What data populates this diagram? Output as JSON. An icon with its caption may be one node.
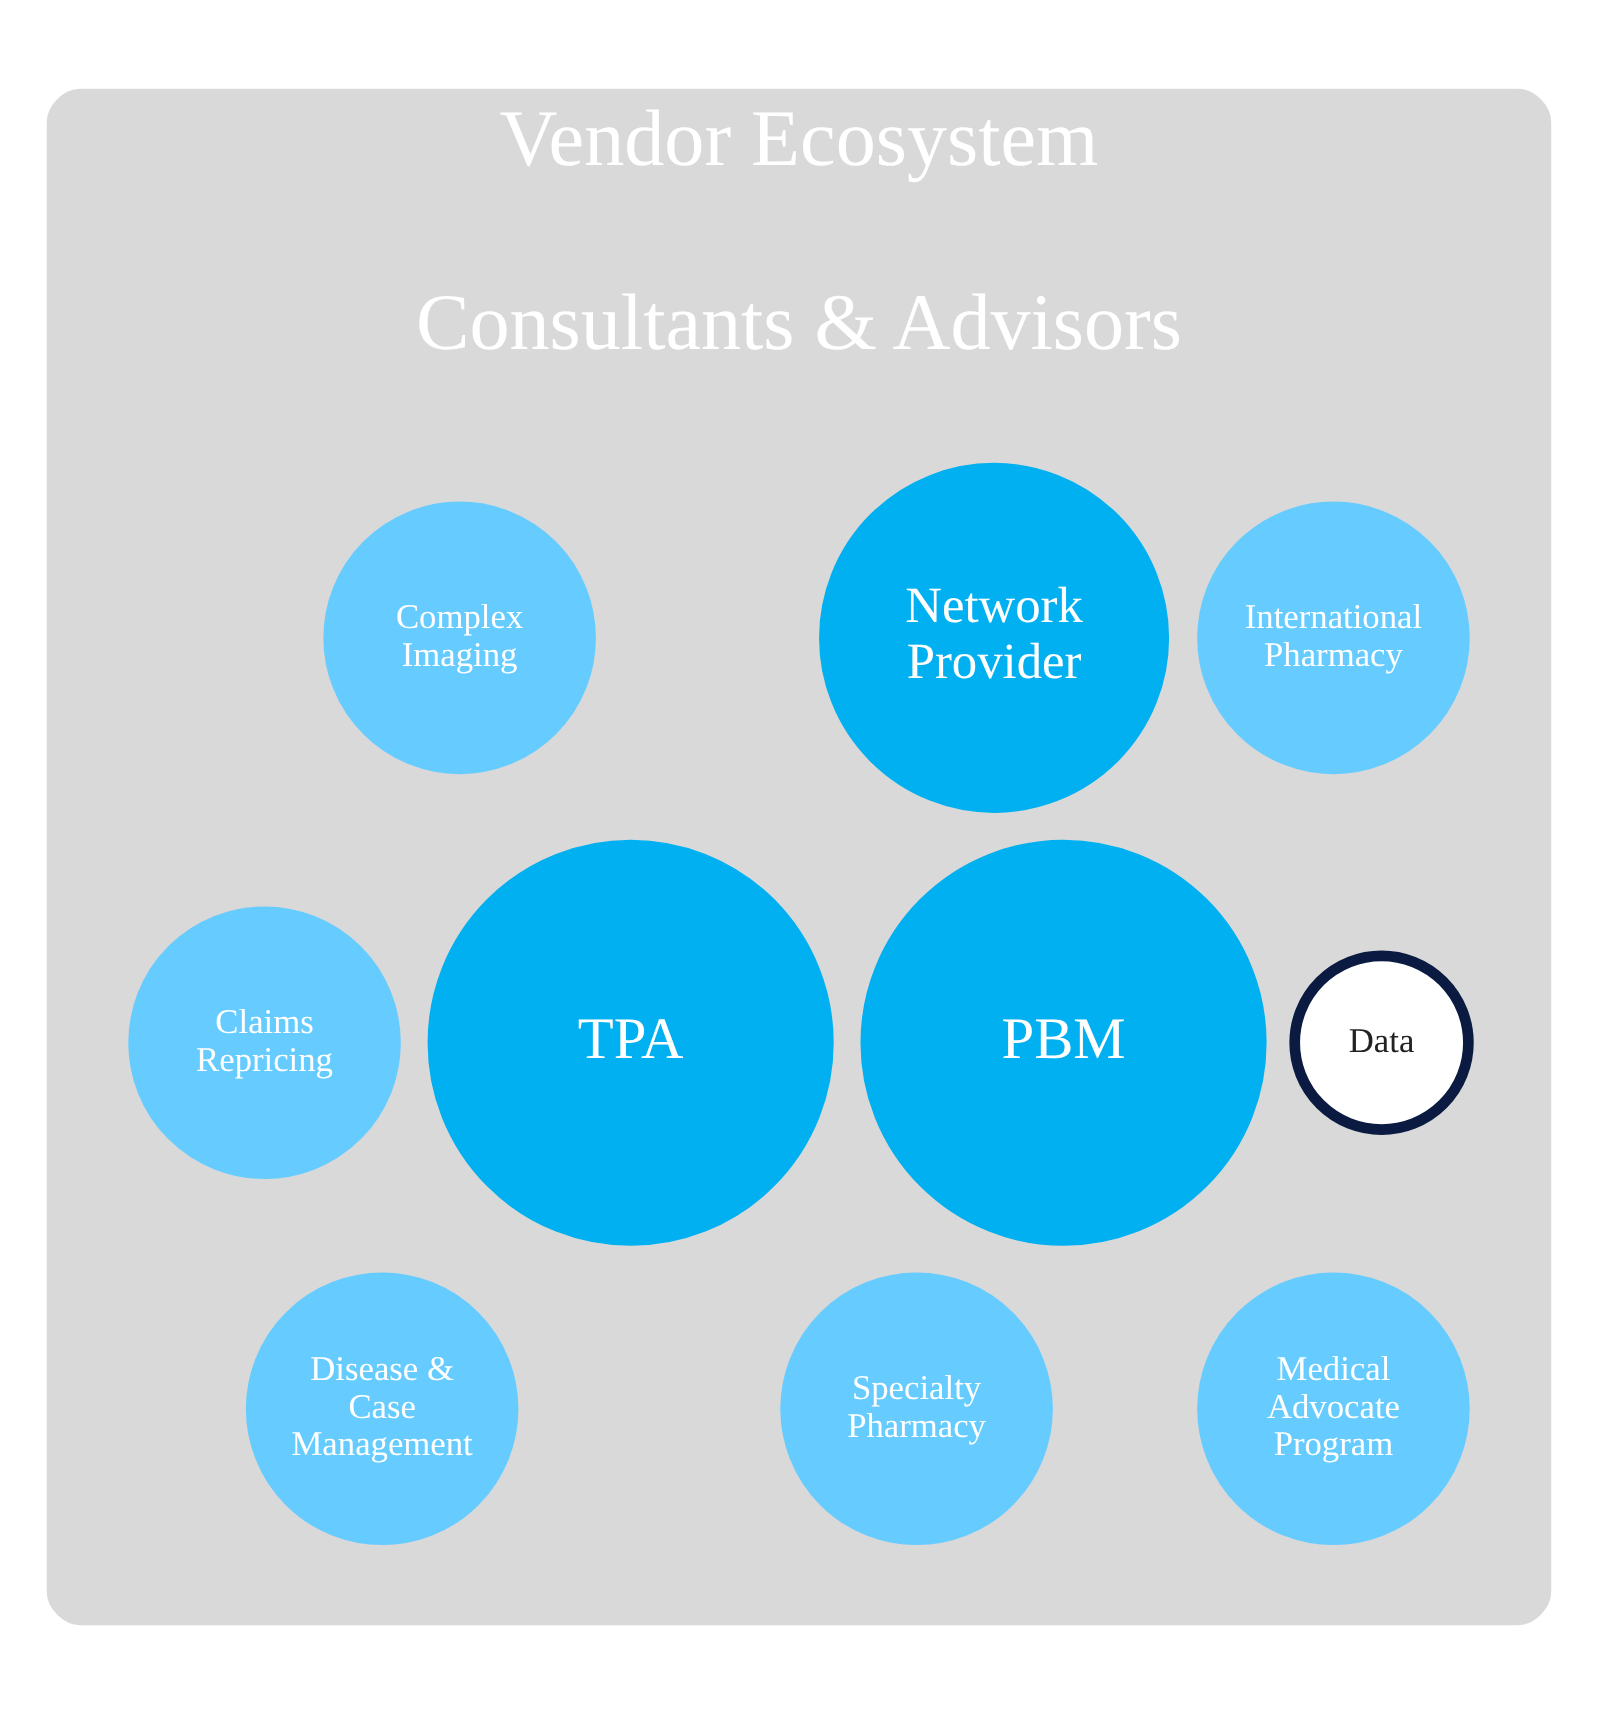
{
  "diagram": {
    "nodes": [
      {
        "text": [
          "Vendor Ecosystem",
          "Consultants & Advisors"
        ]
      },
      {
        "text": [
          "International Pharmacy"
        ],
        "in": 0
      },
      {
        "text": [
          "Network Provider"
        ],
        "in": 0
      },
      {
        "text": [
          "Complex Imaging"
        ],
        "in": 0
      },
      {
        "text": [
          "PBM"
        ],
        "in": 0
      },
      {
        "text": [
          "Data"
        ],
        "in": 0
      },
      {
        "text": [
          "TPA"
        ],
        "in": 0
      },
      {
        "text": [
          "Claims Repricing"
        ],
        "in": 0
      },
      {
        "text": [
          "Specialty Pharmacy"
        ],
        "in": 0
      },
      {
        "text": [
          "Medical Advocate Program"
        ],
        "in": 0
      },
      {
        "text": [
          "Disease & Case Management"
        ],
        "in": 0
      }
    ],
    "edges": []
  }
}
